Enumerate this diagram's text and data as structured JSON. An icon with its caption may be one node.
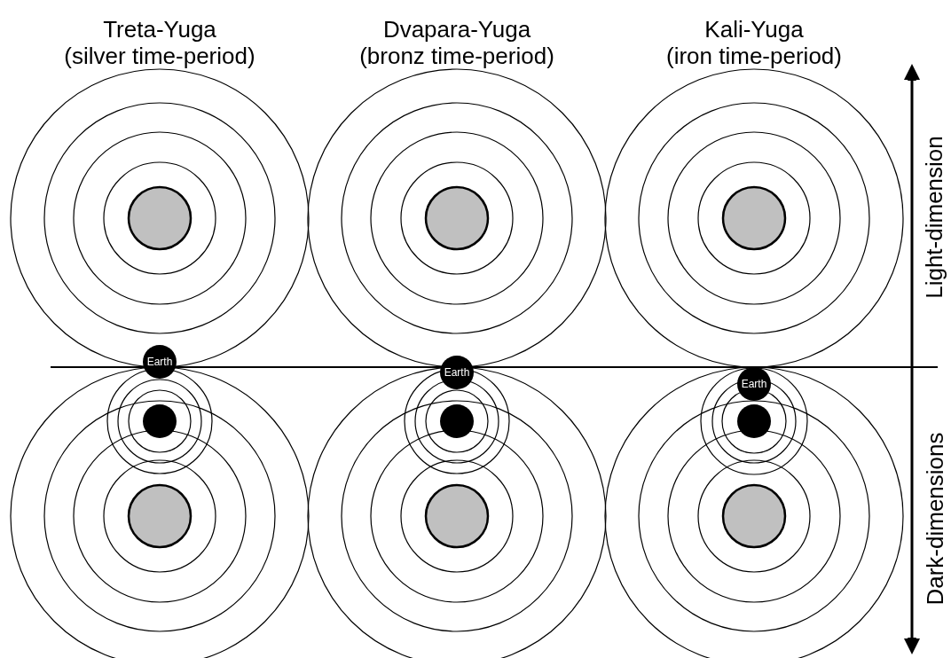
{
  "diagram": {
    "nodes": [
      {
        "text": [
          "Earth"
        ]
      },
      {
        "text": [
          "Earth"
        ]
      },
      {
        "text": [
          "Earth"
        ]
      }
    ],
    "labels": [
      "Treta-Yuga (silver time-period)",
      "Dvapara-Yuga (bronz time-period)",
      "Kali-Yuga (iron time-period)",
      "Light-dimension",
      "Dark-dimensions"
    ]
  }
}
